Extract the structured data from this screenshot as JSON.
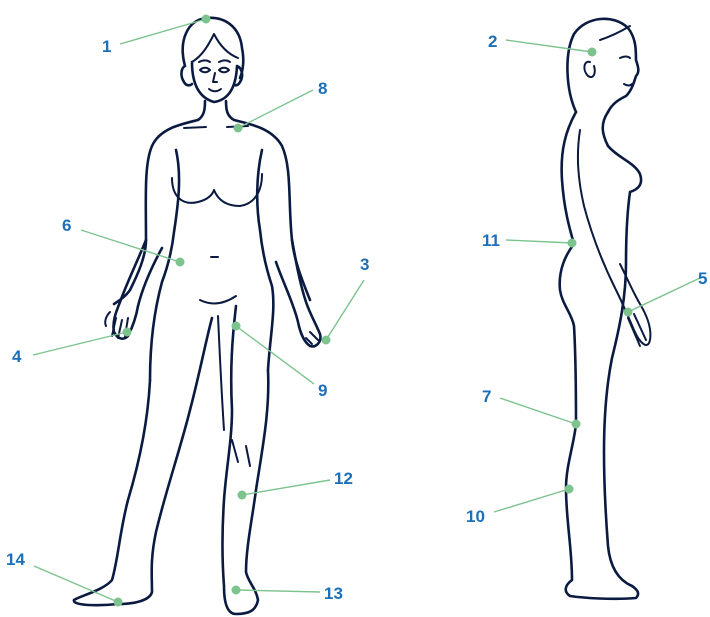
{
  "accent_color": "#7cc38e",
  "label_color": "#1d6fb8",
  "outline_color": "#0a1a40",
  "views": [
    "front-view",
    "side-view"
  ],
  "points": [
    {
      "id": "p1",
      "label": "1",
      "view": "front"
    },
    {
      "id": "p8",
      "label": "8",
      "view": "front"
    },
    {
      "id": "p6",
      "label": "6",
      "view": "front"
    },
    {
      "id": "p3",
      "label": "3",
      "view": "front"
    },
    {
      "id": "p4",
      "label": "4",
      "view": "front"
    },
    {
      "id": "p9",
      "label": "9",
      "view": "front"
    },
    {
      "id": "p12",
      "label": "12",
      "view": "front"
    },
    {
      "id": "p13",
      "label": "13",
      "view": "front"
    },
    {
      "id": "p14",
      "label": "14",
      "view": "front"
    },
    {
      "id": "p2",
      "label": "2",
      "view": "side"
    },
    {
      "id": "p11",
      "label": "11",
      "view": "side"
    },
    {
      "id": "p5",
      "label": "5",
      "view": "side"
    },
    {
      "id": "p7",
      "label": "7",
      "view": "side"
    },
    {
      "id": "p10",
      "label": "10",
      "view": "side"
    }
  ]
}
